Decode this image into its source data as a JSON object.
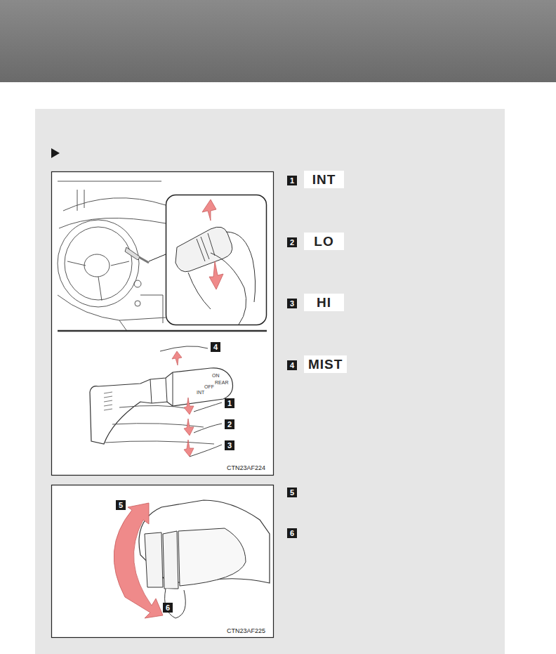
{
  "diagram": {
    "labels": [
      "4",
      "1",
      "2",
      "3",
      "ON",
      "INT",
      "OFF",
      "REAR",
      "CTN23AF224",
      "5",
      "6",
      "CTN23AF225",
      "1",
      "INT",
      "2",
      "LO",
      "3",
      "HI",
      "4",
      "MIST",
      "5",
      "6"
    ]
  }
}
